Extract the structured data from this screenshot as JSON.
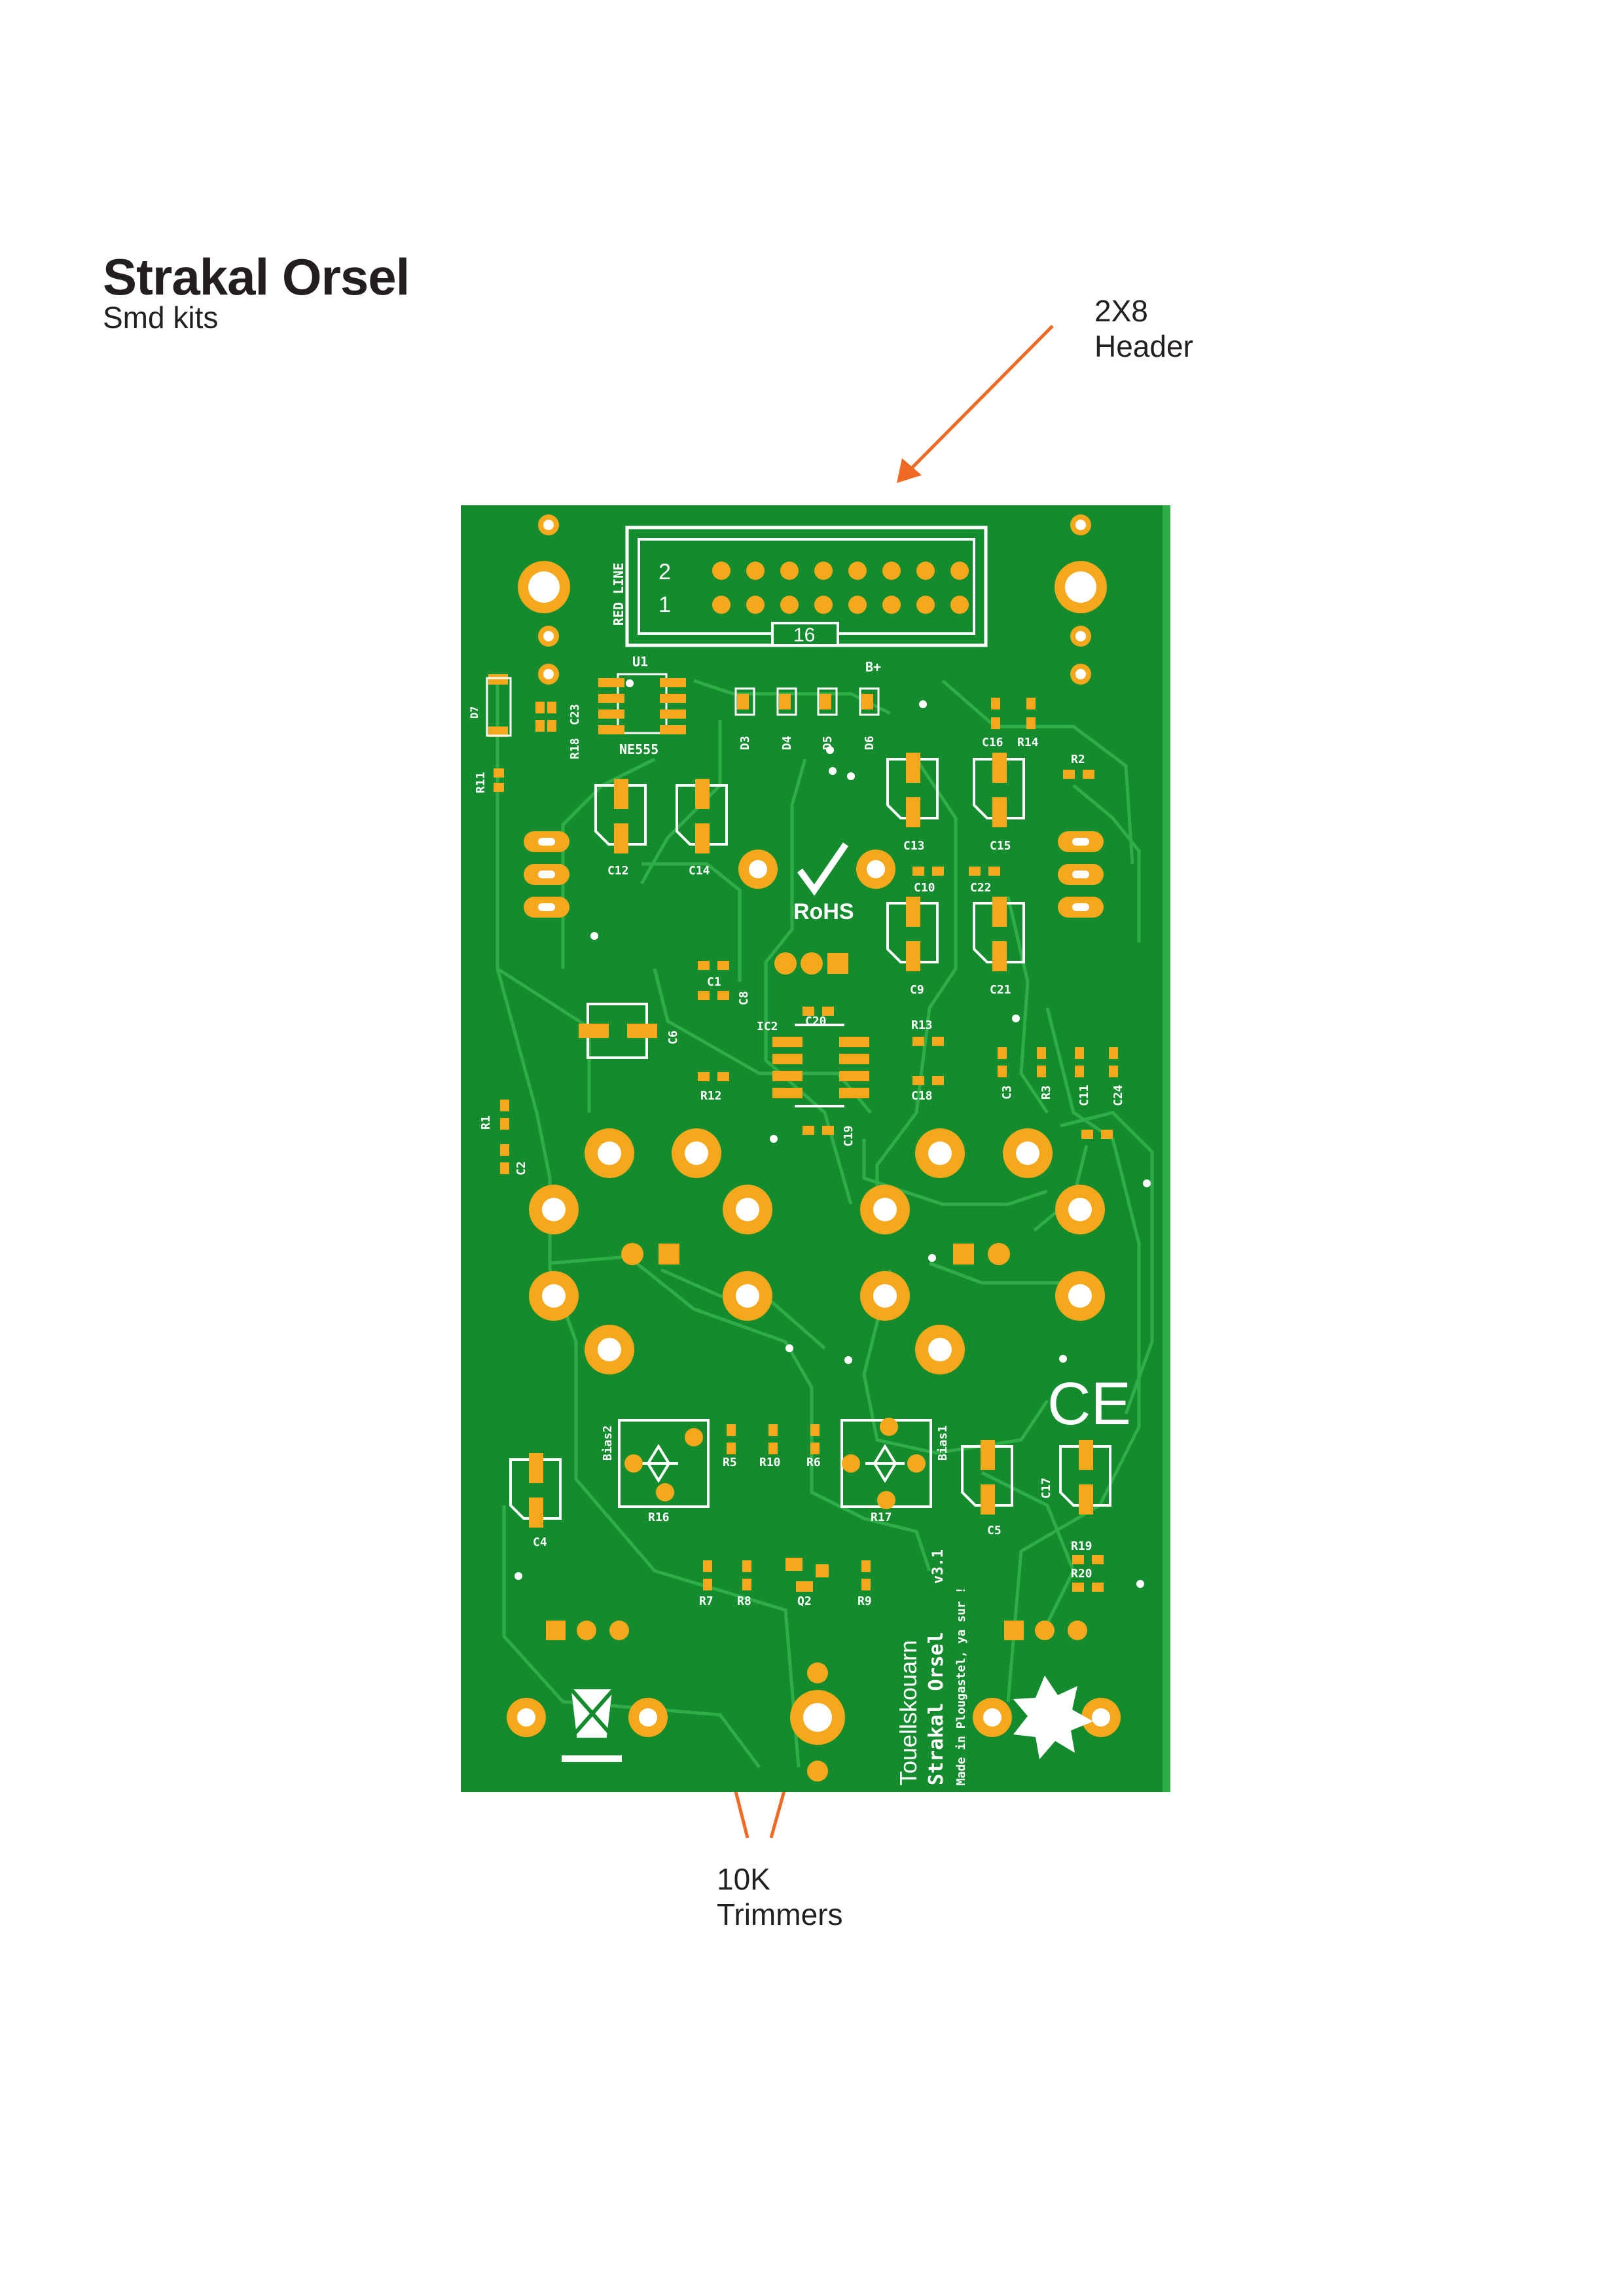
{
  "header": {
    "title": "Strakal Orsel",
    "subtitle": "Smd kits"
  },
  "annotations": {
    "header_label": [
      "2X8",
      "Header"
    ],
    "trimmer_label": [
      "10K",
      "Trimmers"
    ]
  },
  "colors": {
    "board": "#148c2e",
    "trace": "#2fae48",
    "pad": "#f5a81c",
    "silk": "#ffffff",
    "arrow": "#ef6a23"
  },
  "board": {
    "connector": {
      "pin2": "2",
      "pin1": "1",
      "pin16": "16",
      "side_label": "RED LINE"
    },
    "components": [
      "U1",
      "NE555",
      "D7",
      "R18",
      "C23",
      "R11",
      "D3",
      "D4",
      "D5",
      "D6",
      "B+",
      "C16",
      "R14",
      "R2",
      "C12",
      "C14",
      "C13",
      "C15",
      "C10",
      "C22",
      "C9",
      "C21",
      "C1",
      "C8",
      "C6",
      "IC2",
      "C20",
      "R13",
      "R12",
      "C18",
      "C19",
      "C3",
      "R3",
      "C11",
      "C24",
      "R1",
      "C2",
      "Bias2",
      "R16",
      "R5",
      "R10",
      "R6",
      "R17",
      "Bias1",
      "C17",
      "C4",
      "C5",
      "R19",
      "R20",
      "R7",
      "R8",
      "Q2",
      "R9"
    ],
    "rohs": "RoHS",
    "ce": "CE",
    "maker": "Touellskouarn",
    "product": "Strakal Orsel",
    "version": "v3.1",
    "made_in": "Made in Plougastel, ya sur !"
  }
}
